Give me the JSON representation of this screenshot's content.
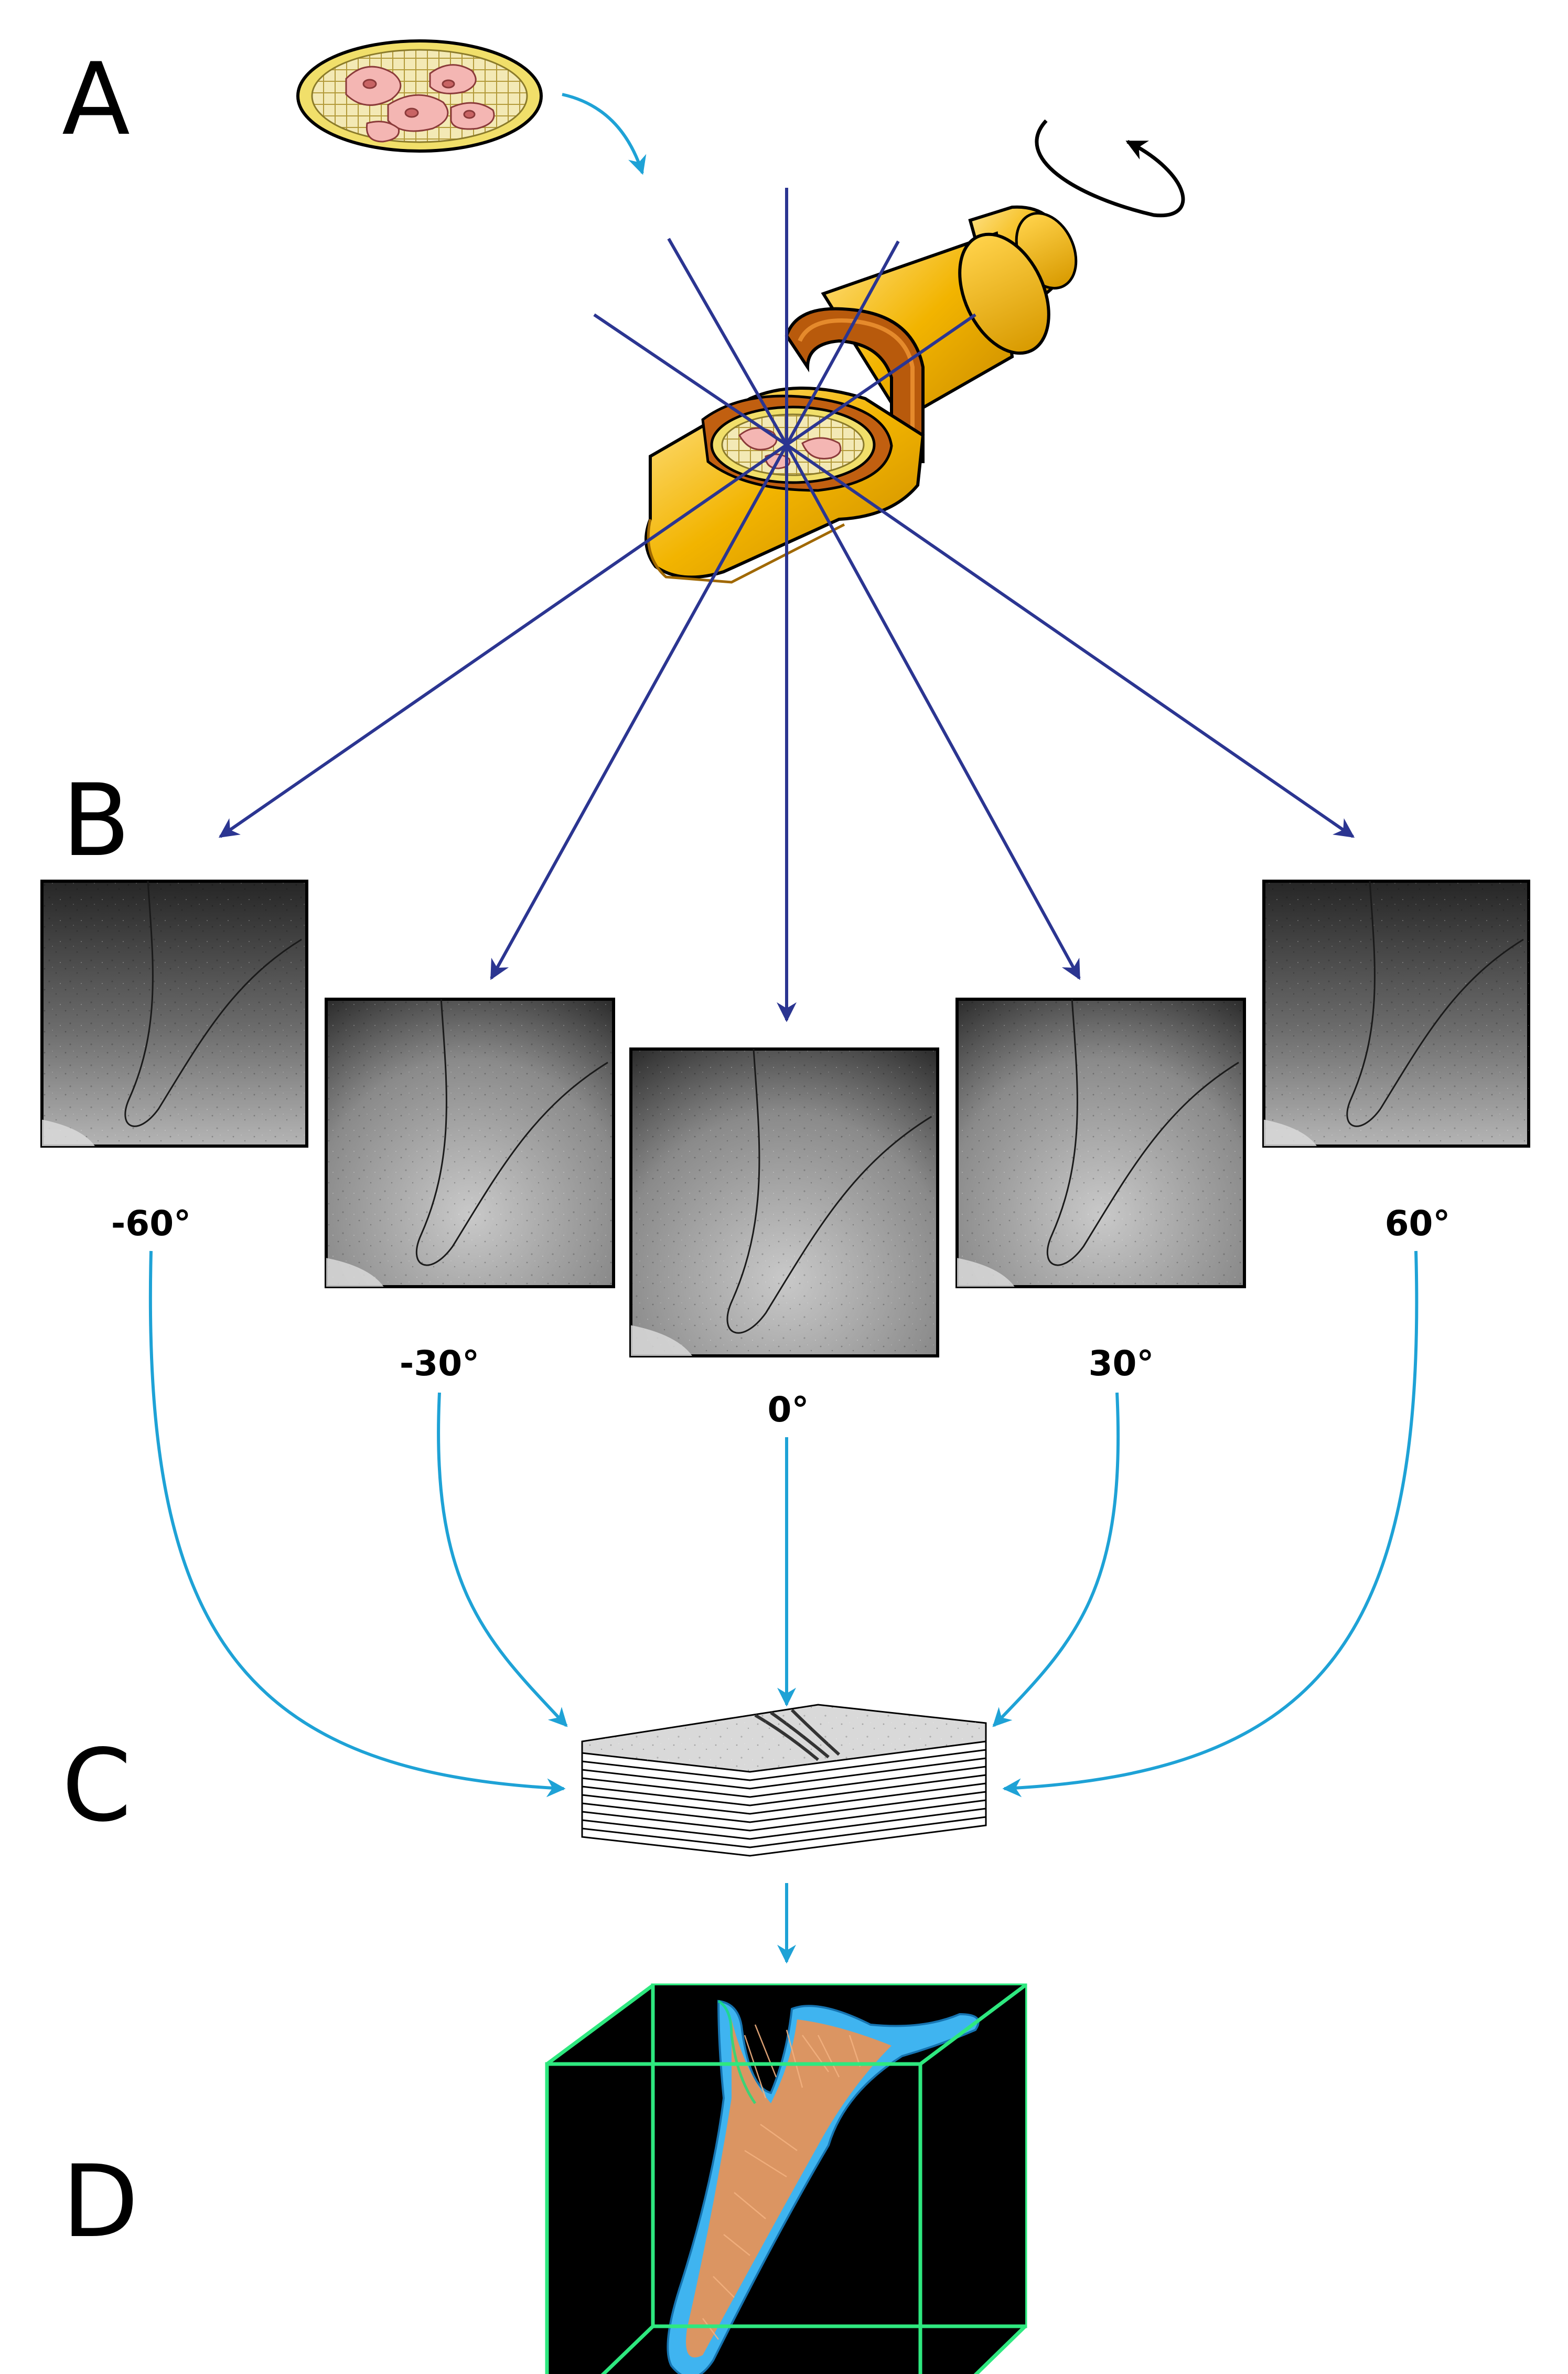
{
  "panels": {
    "a": "A",
    "b": "B",
    "c": "C",
    "d": "D"
  },
  "tilt_angles": [
    "-60°",
    "-30°",
    "0°",
    "30°",
    "60°"
  ],
  "colors": {
    "beam": "#2b3591",
    "flow_arrow": "#1ea2d6",
    "holder_gold": "#f2b400",
    "holder_dark": "#c47a00",
    "holder_rim": "#b85a0c",
    "grid": "#d9c77a",
    "cell": "#f4b6b3",
    "box_edge": "#2ee87f",
    "membrane": "#3fb4f0",
    "actin": "#e4935a"
  },
  "icons": {
    "grid": "em-grid-icon",
    "holder": "cryo-holder-icon",
    "rotation": "rotation-arrow-icon",
    "stack": "image-stack-icon",
    "volume": "tomogram-volume-icon"
  }
}
